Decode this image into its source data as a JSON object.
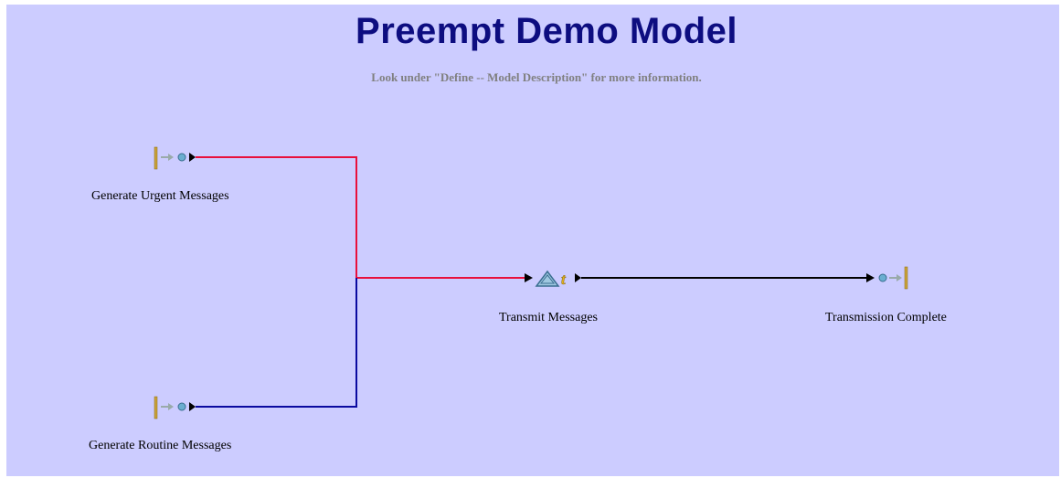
{
  "title": "Preempt Demo Model",
  "subtitle": "Look under \"Define -- Model Description\" for more information.",
  "blocks": {
    "urgent_source": {
      "label": "Generate Urgent Messages",
      "icon": "source-block-icon"
    },
    "routine_source": {
      "label": "Generate Routine Messages",
      "icon": "source-block-icon"
    },
    "transmit": {
      "label": "Transmit Messages",
      "icon": "preempt-activity-icon"
    },
    "sink": {
      "label": "Transmission Complete",
      "icon": "exit-block-icon"
    }
  },
  "colors": {
    "background": "#ccccff",
    "title": "#0d0d80",
    "subtitle": "#808080",
    "urgent_wire": "#e8103c",
    "routine_wire": "#0a0aa0",
    "output_wire": "#000000"
  }
}
